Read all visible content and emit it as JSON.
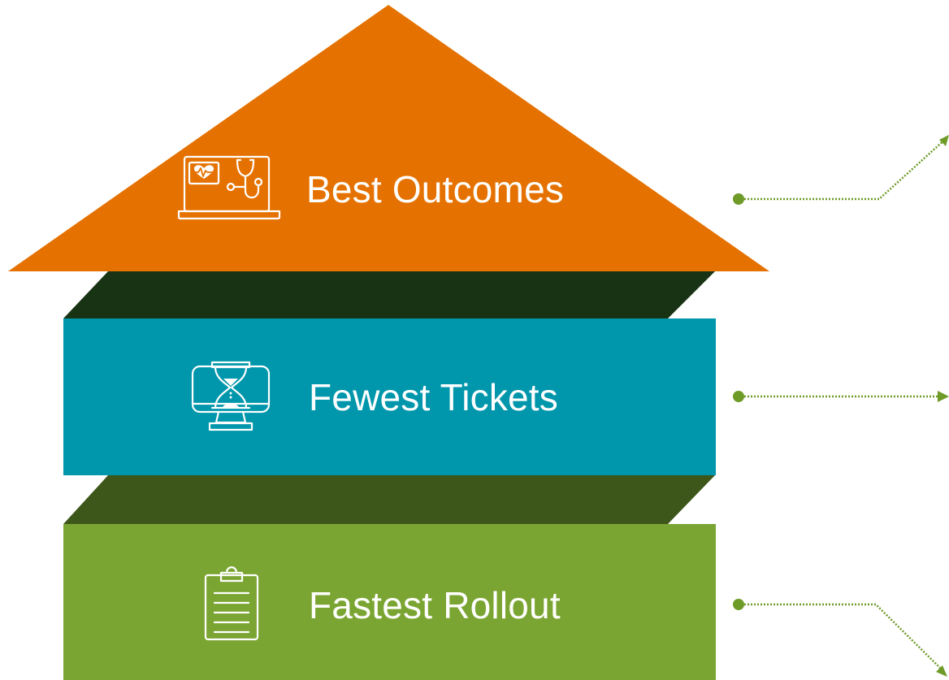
{
  "colors": {
    "roof": "#E57200",
    "roof_shadow": "#183313",
    "middle": "#0096AB",
    "middle_shadow": "#3D561A",
    "base": "#7BA532",
    "connector": "#6E9B28",
    "text": "#FFFFFF",
    "background": "#FFFFFF"
  },
  "layers": [
    {
      "id": "top",
      "label": "Best Outcomes",
      "icon": "laptop-heart-stethoscope-icon"
    },
    {
      "id": "middle",
      "label": "Fewest Tickets",
      "icon": "monitor-hourglass-icon"
    },
    {
      "id": "bottom",
      "label": "Fastest Rollout",
      "icon": "clipboard-icon"
    }
  ]
}
